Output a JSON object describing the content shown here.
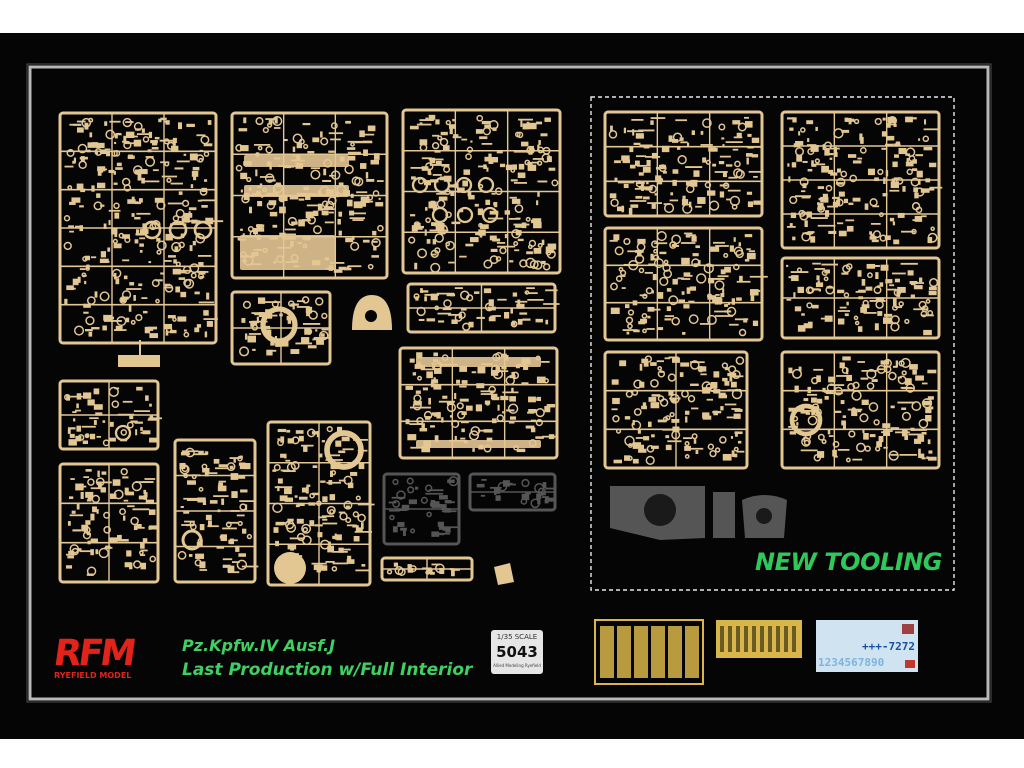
{
  "box_art": {
    "brand_logo_text": "RFM",
    "brand_name": "RYEFIELD MODEL",
    "model_title_line1": "Pz.Kpfw.IV Ausf.J",
    "model_title_line2": "Last Production w/Full Interior",
    "scale": "1/35 SCALE",
    "kit_number": "5043",
    "scale_footer": "Allied Modeling Ryefield",
    "new_tooling_label": "NEW TOOLING",
    "decal_number": "+++-7272",
    "decal_row": "1234567890"
  },
  "colors": {
    "background": "#050505",
    "sprue": "#e3c793",
    "sprue_shadow": "#b89a63",
    "grey_parts": "#555555",
    "accent_green": "#3fcf63",
    "brand_red": "#e2231a",
    "photo_etch": "#d9b64a",
    "frame": "#d8d8d8"
  },
  "illustration": {
    "subject": "plastic model kit sprue layout",
    "frame_style": "rough white border",
    "new_tooling_area": "dashed white outline",
    "extras": [
      "photo-etch fret",
      "photo-etch fret small",
      "decal sheet"
    ]
  }
}
